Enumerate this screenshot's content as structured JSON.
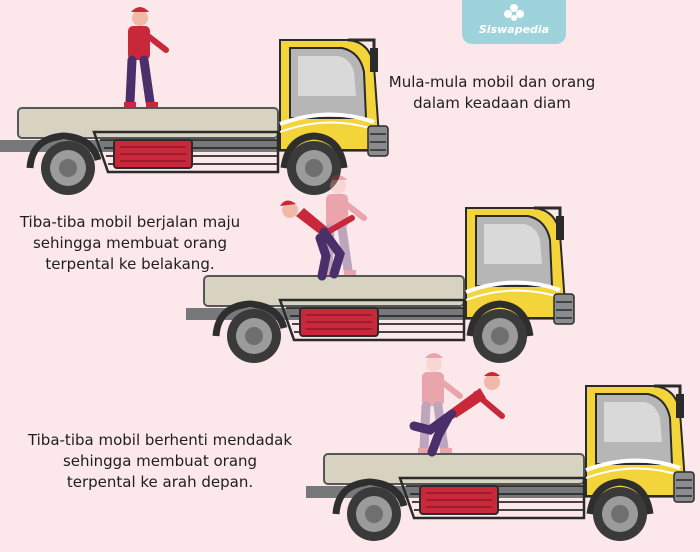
{
  "brand": {
    "name": "Siswapedia",
    "colors": {
      "badge": "#9fd3dc",
      "text": "#ffffff"
    }
  },
  "captions": {
    "scene1": [
      "Mula-mula mobil dan orang",
      "dalam keadaan diam"
    ],
    "scene2": [
      "Tiba-tiba mobil berjalan maju",
      "sehingga membuat orang",
      "terpental ke belakang."
    ],
    "scene3": [
      "Tiba-tiba mobil berhenti mendadak",
      "sehingga membuat orang",
      "terpental ke arah depan."
    ]
  },
  "colors": {
    "background": "#fce8ea",
    "truck_cab": "#f3d53b",
    "truck_bed": "#d7d3c0",
    "tire": "#3a3a3a",
    "shirt": "#c8283a",
    "pants": "#4a2f6b"
  }
}
